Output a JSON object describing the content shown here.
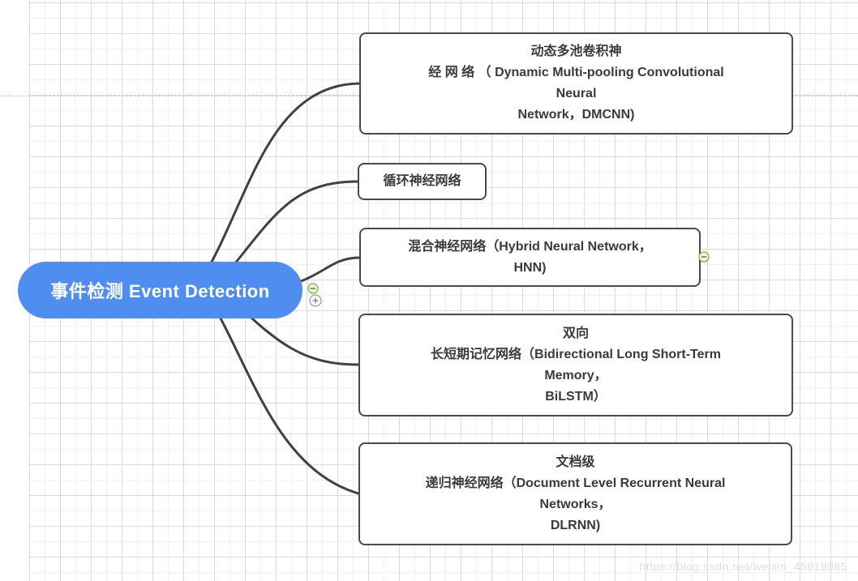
{
  "root_node": {
    "label": "事件检测 Event Detection"
  },
  "branch_nodes": [
    {
      "name": "dmcnn",
      "lines": [
        "动态多池卷积神",
        "经 网 络 （ Dynamic Multi-pooling Convolutional",
        "Neural",
        "Network，DMCNN)"
      ]
    },
    {
      "name": "rnn",
      "lines": [
        "循环神经网络"
      ]
    },
    {
      "name": "hnn",
      "lines": [
        "混合神经网络（Hybrid Neural Network，",
        "HNN)"
      ]
    },
    {
      "name": "bilstm",
      "lines": [
        "双向",
        "长短期记忆网络（Bidirectional Long Short-Term",
        "Memory，",
        "BiLSTM）"
      ]
    },
    {
      "name": "dlrnn",
      "lines": [
        "文档级",
        "递归神经网络（Document Level Recurrent Neural",
        "Networks，",
        "DLRNN)"
      ]
    }
  ],
  "icons": {
    "root_collapse": "minus-circle",
    "root_expand": "plus-circle",
    "hnn_collapse": "minus-circle"
  },
  "watermark": "https://blog.csdn.net/weixin_45919985",
  "colors": {
    "root_fill": "#4f8ef0",
    "node_border": "#4a4a4a",
    "connector": "#414141",
    "node_text": "#3a3a3a",
    "collapse_green": "#7ab648",
    "expand_gray": "#9b9b9b",
    "grid_minor": "#f2f2f5",
    "grid_major": "#dbdbde",
    "dashed_line": "#c7c7ca",
    "watermark": "#dfdfe2"
  }
}
